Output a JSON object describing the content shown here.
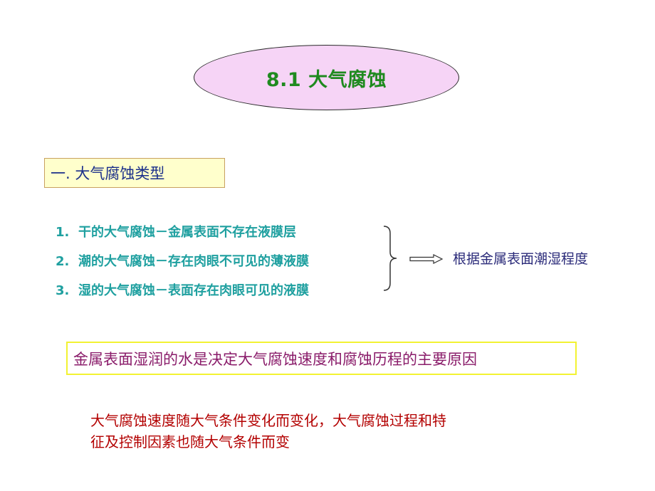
{
  "title": "8.1  大气腐蚀",
  "section": {
    "heading": "一. 大气腐蚀类型"
  },
  "types": [
    {
      "num": "1.",
      "text": "干的大气腐蚀－金属表面不存在液膜层"
    },
    {
      "num": "2.",
      "text": "潮的大气腐蚀－存在肉眼不可见的薄液膜"
    },
    {
      "num": "3.",
      "text": "湿的大气腐蚀－表面存在肉眼可见的液膜"
    }
  ],
  "basis": "根据金属表面潮湿程度",
  "highlight": "金属表面湿润的水是决定大气腐蚀速度和腐蚀历程的主要原因",
  "note": {
    "line1": "大气腐蚀速度随大气条件变化而变化，大气腐蚀过程和特",
    "line2": "征及控制因素也随大气条件而变"
  },
  "colors": {
    "title_text": "#1f8a1f",
    "title_fill": "#f6d4f6",
    "section_fill": "#ffffcc",
    "section_text": "#1b2f8a",
    "list_text": "#1fa0a0",
    "basis_text": "#2b2b7a",
    "highlight_border": "#f2f232",
    "highlight_text": "#8a1c6a",
    "note_text": "#b30000"
  }
}
